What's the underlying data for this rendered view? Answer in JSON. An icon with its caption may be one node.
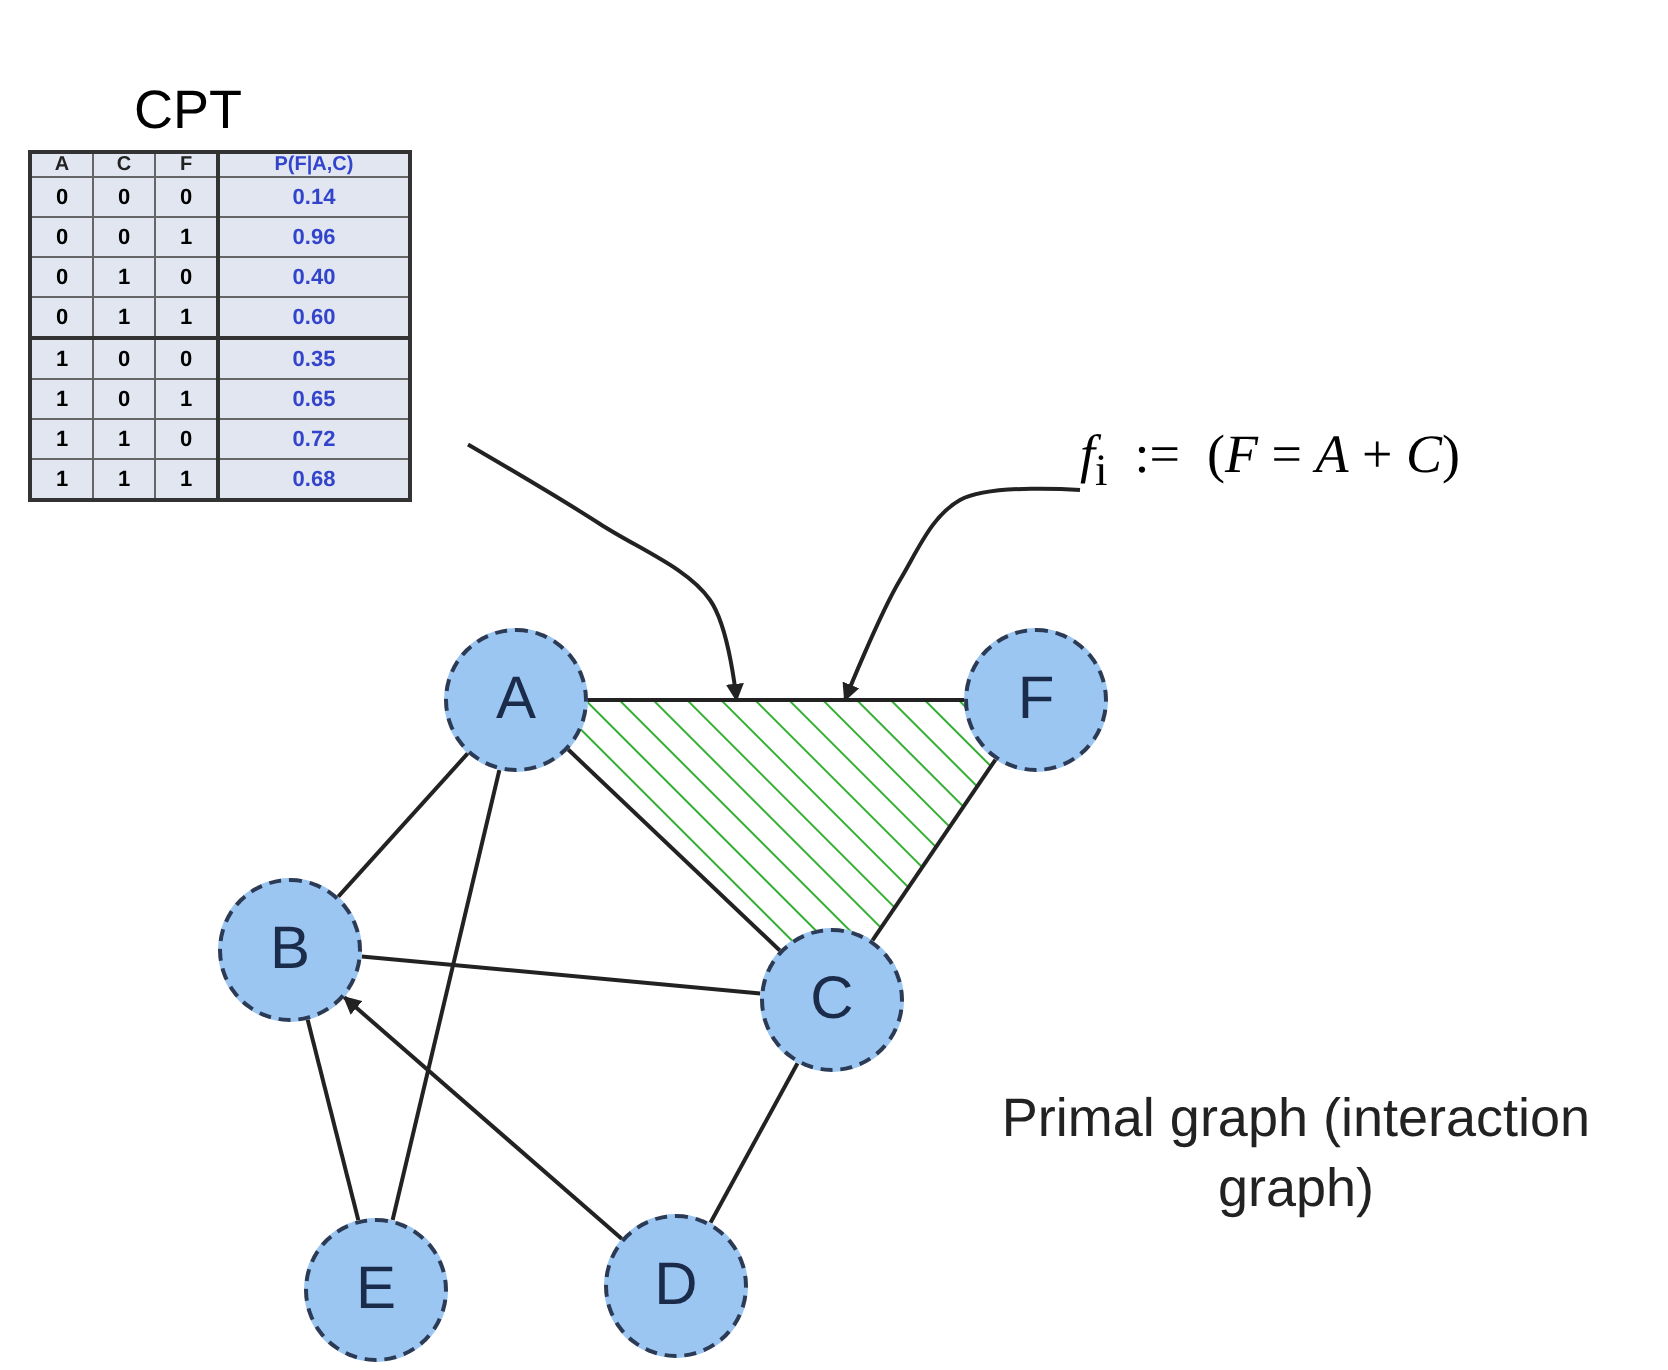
{
  "diagram": {
    "nodes": [
      {
        "text": [
          "CPT"
        ]
      },
      {
        "text": [
          "*f*$_{i}$  :=  (*F* = *A* + *C*)"
        ]
      },
      {
        "text": [],
        "shape": "triangle"
      },
      {
        "text": [
          "A"
        ]
      },
      {
        "text": [
          "F"
        ]
      },
      {
        "text": [
          "B"
        ]
      },
      {
        "text": [
          "C"
        ]
      },
      {
        "text": [
          "E"
        ]
      },
      {
        "text": [
          "D"
        ]
      }
    ],
    "edges": [
      {
        "from": 0,
        "to": 2,
        "arrow": "to"
      },
      {
        "from": 1,
        "to": 2,
        "arrow": "to"
      },
      {
        "from": 3,
        "to": 4,
        "arrow": "none"
      },
      {
        "from": 3,
        "to": 6,
        "arrow": "none"
      },
      {
        "from": 4,
        "to": 6,
        "arrow": "none"
      },
      {
        "from": 3,
        "to": 5,
        "arrow": "none"
      },
      {
        "from": 3,
        "to": 7,
        "arrow": "none"
      },
      {
        "from": 5,
        "to": 6,
        "arrow": "none"
      },
      {
        "from": 5,
        "to": 7,
        "arrow": "none"
      },
      {
        "from": 8,
        "to": 5,
        "arrow": "to"
      },
      {
        "from": 6,
        "to": 8,
        "arrow": "none"
      }
    ],
    "labels": [
      "A",
      "C",
      "F",
      "P(F|A,C)",
      "0",
      "0",
      "0",
      "0.14",
      "0",
      "0",
      "1",
      "0.96",
      "0",
      "1",
      "0",
      "0.40",
      "0",
      "1",
      "1",
      "0.60",
      "1",
      "0",
      "0",
      "0.35",
      "1",
      "0",
      "1",
      "0.65",
      "1",
      "1",
      "0",
      "0.72",
      "1",
      "1",
      "1",
      "0.68",
      "Primal graph (interaction graph)"
    ]
  }
}
